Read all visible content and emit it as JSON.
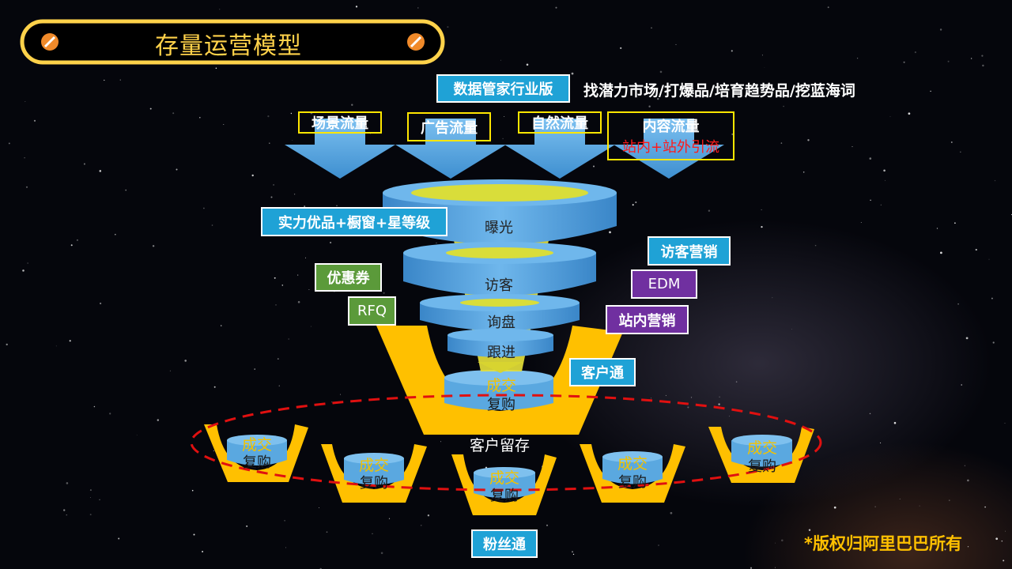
{
  "title": "存量运营模型",
  "copyright": "*版权归阿里巴巴所有",
  "top_tool": "数据管家行业版",
  "top_tool_desc": "找潜力市场/打爆品/培育趋势品/挖蓝海词",
  "traffic_sources": [
    "场景流量",
    "广告流量",
    "自然流量"
  ],
  "content_traffic": {
    "label": "内容流量",
    "sub": "站内+站外引流"
  },
  "funnel_stages": [
    "曝光",
    "访客",
    "询盘",
    "跟进"
  ],
  "left_tools": [
    "实力优品+橱窗+星等级",
    "优惠券",
    "RFQ"
  ],
  "right_tools": [
    "访客营销",
    "EDM",
    "站内营销",
    "客户通"
  ],
  "deal": {
    "label": "成交",
    "sub": "复购"
  },
  "retention_label": "客户留存",
  "fans_tool": "粉丝通",
  "small_buckets": [
    {
      "label": "成交",
      "sub": "复购"
    },
    {
      "label": "成交",
      "sub": "复购"
    },
    {
      "label": "成交",
      "sub": "复购"
    },
    {
      "label": "成交",
      "sub": "复购"
    },
    {
      "label": "成交",
      "sub": "复购"
    }
  ],
  "colors": {
    "title_border": "#ffd24a",
    "funnel_blue": "#5aa8e0",
    "yellow": "#ffc000",
    "highlight_blue": "#1fa2d6",
    "green": "#5b9a3a",
    "purple": "#7030a0",
    "red_dash": "#e01010"
  }
}
